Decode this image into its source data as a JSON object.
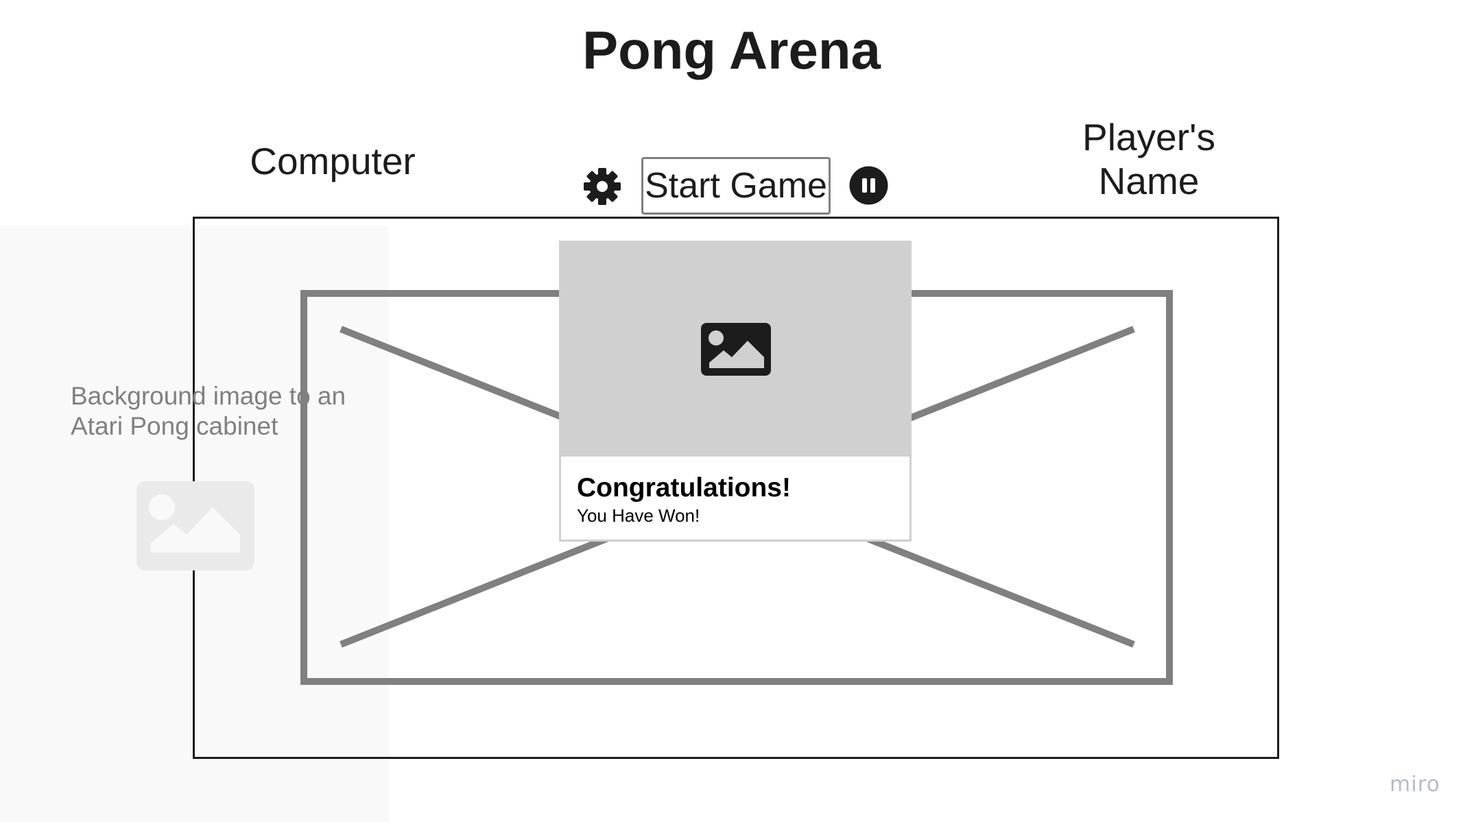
{
  "title": "Pong Arena",
  "players": {
    "left": "Computer",
    "right": "Player's Name"
  },
  "controls": {
    "settings_icon": "gear-icon",
    "start_label": "Start Game",
    "pause_icon": "pause-icon"
  },
  "background_note": {
    "text": "Background image to an Atari Pong cabinet",
    "icon": "image-placeholder-icon"
  },
  "win_card": {
    "icon": "image-icon",
    "title": "Congratulations!",
    "subtitle": "You Have Won!"
  },
  "watermark": "miro",
  "colors": {
    "text": "#1c1c1c",
    "court_stroke": "#808080",
    "card_image_bg": "#d0d0d0",
    "note_text": "#808080",
    "panel_bg": "#f9f9f9"
  }
}
